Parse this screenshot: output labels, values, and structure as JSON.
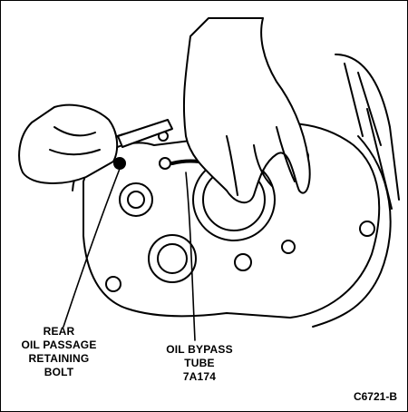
{
  "labels": {
    "rear_oil_passage": {
      "line1": "REAR",
      "line2": "OIL PASSAGE",
      "line3": "RETAINING",
      "line4": "BOLT"
    },
    "oil_bypass_tube": {
      "line1": "OIL BYPASS",
      "line2": "TUBE",
      "line3": "7A174"
    }
  },
  "figure_id": "C6721-B"
}
